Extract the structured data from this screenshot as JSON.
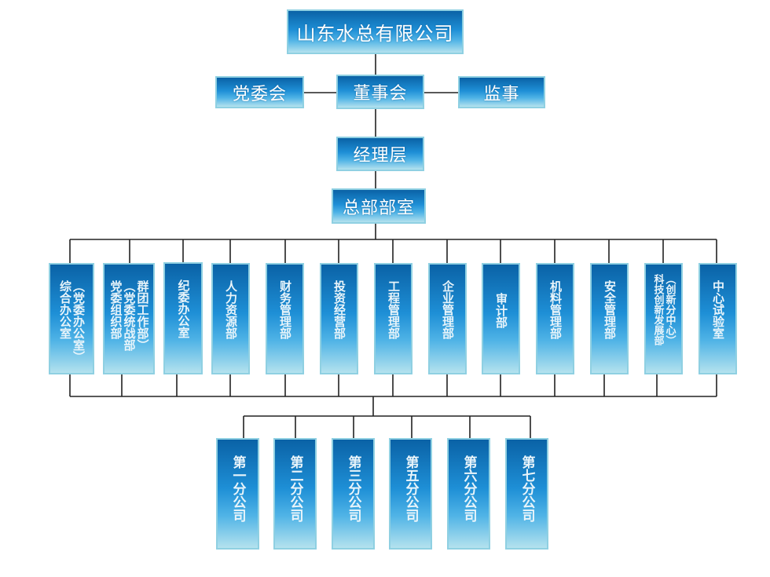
{
  "top": "山东水总有限公司",
  "party_committee": "党委会",
  "board": "董事会",
  "supervisor": "监事",
  "management": "经理层",
  "headquarters": "总部部室",
  "departments": [
    {
      "lines": [
        "（党委办公室）",
        "综合办公室"
      ]
    },
    {
      "lines": [
        "群团工作部）",
        "（党委统战部",
        "党委组织部"
      ]
    },
    {
      "lines": [
        "纪委办公室"
      ]
    },
    {
      "lines": [
        "人力资源部"
      ]
    },
    {
      "lines": [
        "财务管理部"
      ]
    },
    {
      "lines": [
        "投资经营部"
      ]
    },
    {
      "lines": [
        "工程管理部"
      ]
    },
    {
      "lines": [
        "企业管理部"
      ]
    },
    {
      "lines": [
        "审计部"
      ]
    },
    {
      "lines": [
        "机料管理部"
      ]
    },
    {
      "lines": [
        "安全管理部"
      ]
    },
    {
      "lines": [
        "（创新分中心）",
        "科技创新发展部"
      ]
    },
    {
      "lines": [
        "中心试验室"
      ]
    }
  ],
  "branches": [
    "第一分公司",
    "第二分公司",
    "第三分公司",
    "第五分公司",
    "第六分公司",
    "第七分公司"
  ],
  "colors": {
    "box_top": "#0a62a6",
    "box_bottom": "#b4e2ee",
    "border": "#8fd0e2",
    "line": "#222222"
  }
}
